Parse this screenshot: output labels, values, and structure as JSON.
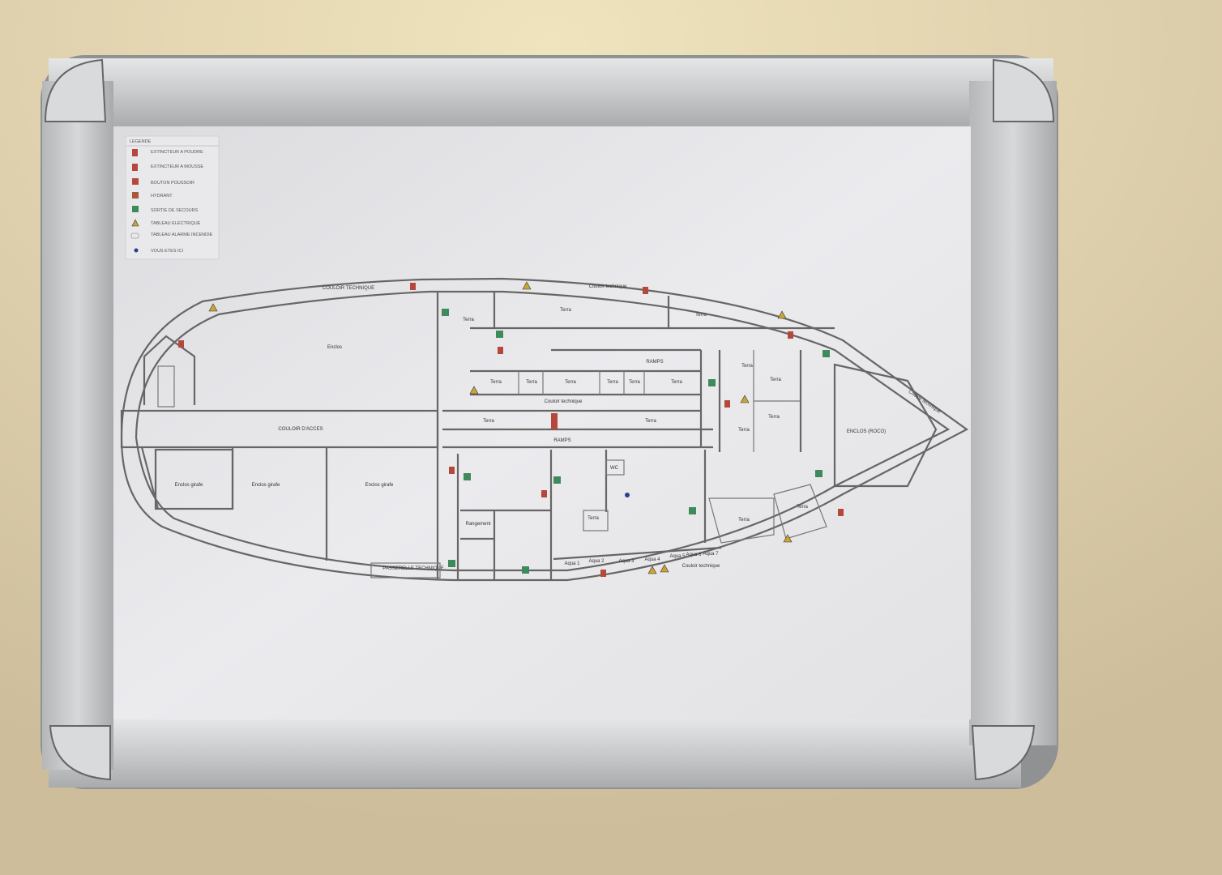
{
  "legend": {
    "title": "LEGENDE",
    "items": [
      {
        "icon": "extinguisher-powder-icon",
        "label": "EXTINCTEUR A POUDRE",
        "color": "#b5483b"
      },
      {
        "icon": "extinguisher-foam-icon",
        "label": "EXTINCTEUR A MOUSSE",
        "color": "#b5483b"
      },
      {
        "icon": "push-button-icon",
        "label": "BOUTON POUSSOIR",
        "color": "#b5483b"
      },
      {
        "icon": "hydrant-icon",
        "label": "HYDRANT",
        "color": "#b5483b"
      },
      {
        "icon": "emergency-exit-icon",
        "label": "SORTIE DE SECOURS",
        "color": "#3e8a5a"
      },
      {
        "icon": "electrical-panel-icon",
        "label": "TABLEAU ELECTRIQUE",
        "color": "#c9a437"
      },
      {
        "icon": "fire-alarm-panel-icon",
        "label": "TABLEAU ALARME INCENDIE",
        "color": "#999999"
      },
      {
        "icon": "you-are-here-icon",
        "label": "VOUS ETES ICI",
        "color": "#2c3f8a"
      }
    ]
  },
  "plan": {
    "couloir_technique_top": "COULOIR TECHNIQUE",
    "couloir_technique_right": "Couloir technique",
    "couloir_technique_mid": "Couloir technique",
    "couloir_technique_bottom": "Couloir technique",
    "couloir_technique_bow": "Couloir technique",
    "couloir_acces": "COULOIR D'ACCES",
    "enclos": "Enclos",
    "enclos_girafe_1": "Enclos girafe",
    "enclos_girafe_2": "Enclos girafe",
    "enclos_girafe_3": "Enclos girafe",
    "ramps_top": "RAMPS",
    "ramps_bottom": "RAMPS",
    "passerelle": "PASSERELLE TECHNIQUE",
    "rangement": "Rangement",
    "wc": "WC",
    "terra": "Terra",
    "aqua": [
      "Aqua 1",
      "Aqua 2",
      "Aqua 3",
      "Aqua 4",
      "Aqua 5",
      "Aqua 6",
      "Aqua 7"
    ],
    "enclos_bow": "ENCLOS (ROCO)"
  },
  "colors": {
    "wall": "#d6c7a3",
    "frame": "#c9cbcc",
    "paper": "#e6e6e8",
    "red_icon": "#b5483b",
    "green_icon": "#3e8a5a"
  }
}
